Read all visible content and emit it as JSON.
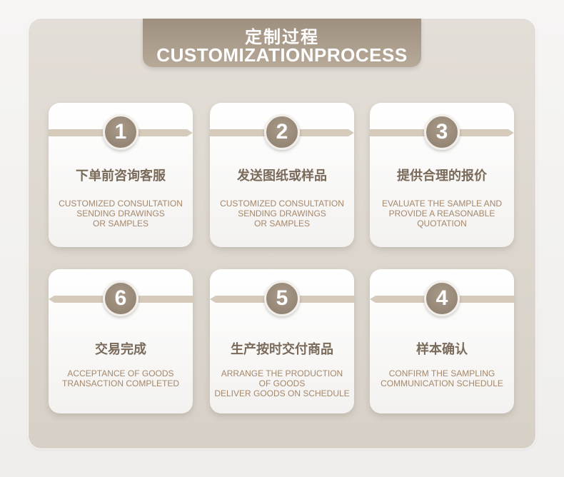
{
  "header": {
    "title_cn": "定制过程",
    "title_en": "CUSTOMIZATIONPROCESS"
  },
  "steps": [
    {
      "number": "1",
      "cn": "下单前咨询客服",
      "en": [
        "CUSTOMIZED CONSULTATION",
        "SENDING DRAWINGS",
        "OR SAMPLES"
      ]
    },
    {
      "number": "2",
      "cn": "发送图纸或样品",
      "en": [
        "CUSTOMIZED CONSULTATION",
        "SENDING DRAWINGS",
        "OR SAMPLES"
      ]
    },
    {
      "number": "3",
      "cn": "提供合理的报价",
      "en": [
        "EVALUATE THE SAMPLE AND",
        "PROVIDE A REASONABLE",
        "QUOTATION"
      ]
    },
    {
      "number": "6",
      "cn": "交易完成",
      "en": [
        "ACCEPTANCE OF GOODS",
        "TRANSACTION COMPLETED"
      ]
    },
    {
      "number": "5",
      "cn": "生产按时交付商品",
      "en": [
        "ARRANGE THE PRODUCTION",
        "OF GOODS",
        "DELIVER GOODS ON SCHEDULE"
      ]
    },
    {
      "number": "4",
      "cn": "样本确认",
      "en": [
        "CONFIRM THE SAMPLING",
        "COMMUNICATION SCHEDULE"
      ]
    }
  ],
  "colors": {
    "tab": "#a89a8a",
    "number_circle": "#9a8b7b",
    "cn_text": "#7a6a5a",
    "en_text": "#a5876a",
    "panel": "#ddd7cf"
  }
}
